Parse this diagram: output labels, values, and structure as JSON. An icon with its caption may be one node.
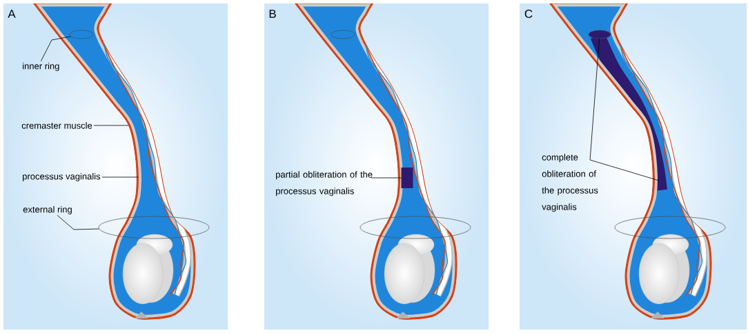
{
  "diagram": {
    "nodes": [
      {
        "text": [
          "inner ring"
        ]
      },
      {
        "text": [],
        "shape": "ellipse"
      },
      {
        "text": [
          "cremaster muscle"
        ]
      },
      {
        "text": [
          "processus vaginalis"
        ]
      },
      {
        "text": [
          "external ring"
        ]
      },
      {
        "text": [],
        "shape": "ellipse"
      },
      {
        "text": [
          "partial obliteration of the processus vaginalis"
        ]
      },
      {
        "text": [],
        "shape": "bar"
      },
      {
        "text": [
          "complete obliteration of the processus vaginalis"
        ]
      },
      {
        "text": [],
        "shape": "ellipse"
      }
    ],
    "edges": [
      {
        "from": 0,
        "to": 1,
        "arrow": "none"
      },
      {
        "from": 2,
        "to": null,
        "arrow": "none"
      },
      {
        "from": 3,
        "to": null,
        "arrow": "none"
      },
      {
        "from": 4,
        "to": 5,
        "arrow": "none"
      },
      {
        "from": 6,
        "to": 7,
        "arrow": "none"
      },
      {
        "from": 8,
        "to": 9,
        "arrow": "none"
      },
      {
        "from": 8,
        "to": null,
        "arrow": "none"
      }
    ],
    "labels": [
      "A",
      "B",
      "C"
    ]
  }
}
